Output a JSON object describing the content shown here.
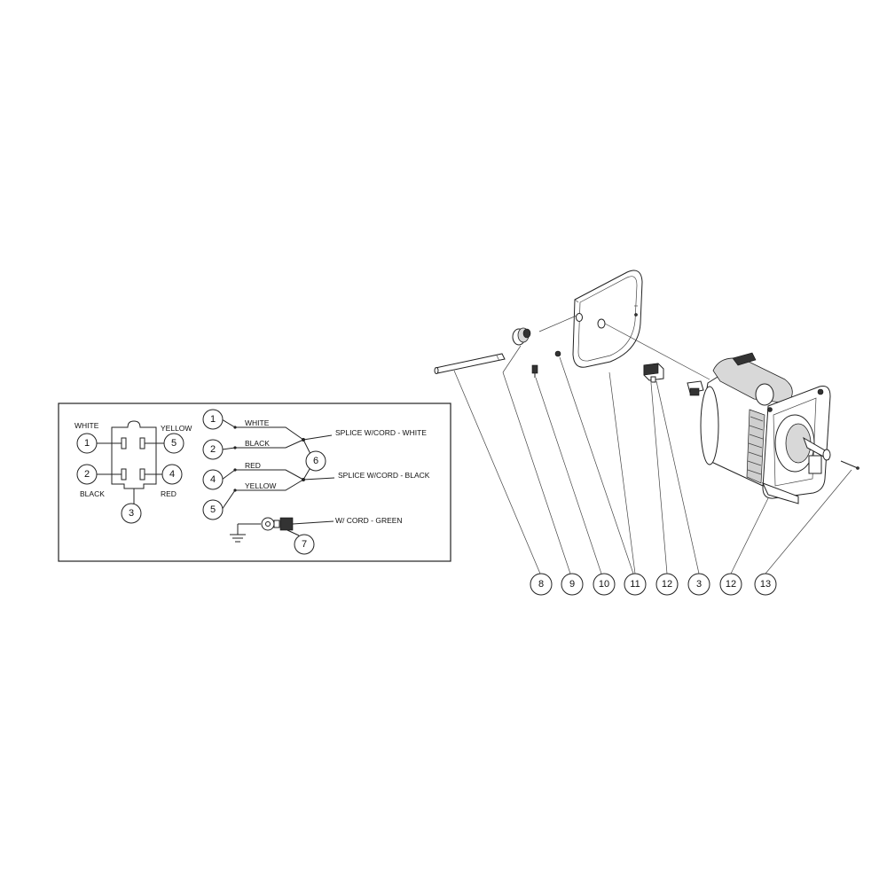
{
  "wiring": {
    "plug_labels": {
      "white": "WHITE",
      "yellow": "YELLOW",
      "black": "BLACK",
      "red": "RED"
    },
    "wire_labels": {
      "white": "WHITE",
      "black": "BLACK",
      "red": "RED",
      "yellow": "YELLOW"
    },
    "splice_white": "SPLICE W/CORD - WHITE",
    "splice_black": "SPLICE W/CORD - BLACK",
    "ground_cord": "W/ CORD - GREEN",
    "callouts": {
      "plug_white": "1",
      "plug_black": "2",
      "plug_body": "3",
      "plug_red": "4",
      "plug_yellow": "5",
      "wire_white": "1",
      "wire_black": "2",
      "wire_red": "4",
      "wire_yellow": "5",
      "splice": "6",
      "ground": "7"
    }
  },
  "exploded_view": {
    "callouts": [
      "8",
      "9",
      "10",
      "11",
      "12",
      "3",
      "12",
      "13"
    ]
  }
}
